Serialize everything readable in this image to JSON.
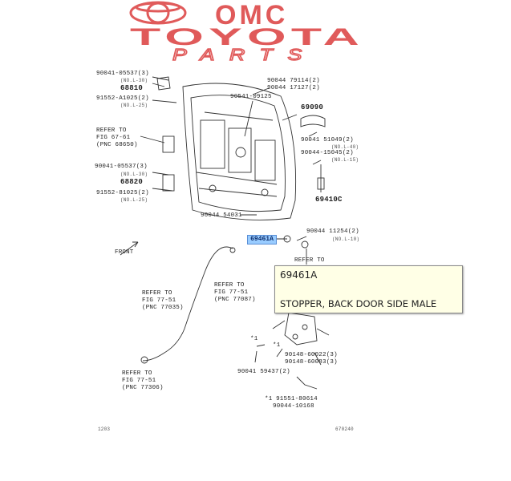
{
  "logo": {
    "brand": "OMC",
    "name": "TOYOTA",
    "tagline": "PARTS",
    "color": "#e05a5a"
  },
  "labels": [
    {
      "text": "90041-05537(3)",
      "cls": ""
    },
    {
      "text": "(NO.L-30)",
      "cls": "small"
    },
    {
      "text": "68810",
      "cls": "big"
    },
    {
      "text": "91552-A1025(2)",
      "cls": ""
    },
    {
      "text": "(NO.L-25)",
      "cls": "small"
    },
    {
      "text": "REFER TO",
      "cls": ""
    },
    {
      "text": "FIG 67-61",
      "cls": ""
    },
    {
      "text": "(PNC 68650)",
      "cls": ""
    },
    {
      "text": "90041-05537(3)",
      "cls": ""
    },
    {
      "text": "(NO.L-30)",
      "cls": "small"
    },
    {
      "text": "68820",
      "cls": "big"
    },
    {
      "text": "91552-81025(2)",
      "cls": ""
    },
    {
      "text": "(NO.L-25)",
      "cls": "small"
    },
    {
      "text": "90044 79114(2)",
      "cls": ""
    },
    {
      "text": "90044 17127(2)",
      "cls": ""
    },
    {
      "text": "90541-09125",
      "cls": ""
    },
    {
      "text": "69090",
      "cls": "big"
    },
    {
      "text": "90041 51049(2)",
      "cls": ""
    },
    {
      "text": "(NO.L-40)",
      "cls": "small"
    },
    {
      "text": "90044-15045(2)",
      "cls": ""
    },
    {
      "text": "(NO.L-15)",
      "cls": "small"
    },
    {
      "text": "69410C",
      "cls": "big"
    },
    {
      "text": "90044 54031",
      "cls": ""
    },
    {
      "text": "90044 11254(2)",
      "cls": ""
    },
    {
      "text": "(NO.L-10)",
      "cls": "small"
    },
    {
      "text": "REFER TO",
      "cls": ""
    },
    {
      "text": "FRONT",
      "cls": ""
    },
    {
      "text": "REFER TO",
      "cls": ""
    },
    {
      "text": "FIG 77-51",
      "cls": ""
    },
    {
      "text": "(PNC 77035)",
      "cls": ""
    },
    {
      "text": "REFER TO",
      "cls": ""
    },
    {
      "text": "FIG 77-51",
      "cls": ""
    },
    {
      "text": "(PNC 77087)",
      "cls": ""
    },
    {
      "text": "*1",
      "cls": ""
    },
    {
      "text": "*1",
      "cls": ""
    },
    {
      "text": "90148-60022(3)",
      "cls": ""
    },
    {
      "text": "90148-60083(3)",
      "cls": ""
    },
    {
      "text": "90041 59437(2)",
      "cls": ""
    },
    {
      "text": "REFER TO",
      "cls": ""
    },
    {
      "text": "FIG 77-51",
      "cls": ""
    },
    {
      "text": "(PNC 77306)",
      "cls": ""
    },
    {
      "text": "*1 91551-80614",
      "cls": ""
    },
    {
      "text": "90044-10168",
      "cls": ""
    },
    {
      "text": "1203",
      "cls": "small"
    },
    {
      "text": "670240",
      "cls": "small"
    }
  ],
  "highlight": {
    "code": "69461A"
  },
  "tooltip": {
    "code": "69461A",
    "description": "STOPPER, BACK DOOR SIDE MALE"
  }
}
